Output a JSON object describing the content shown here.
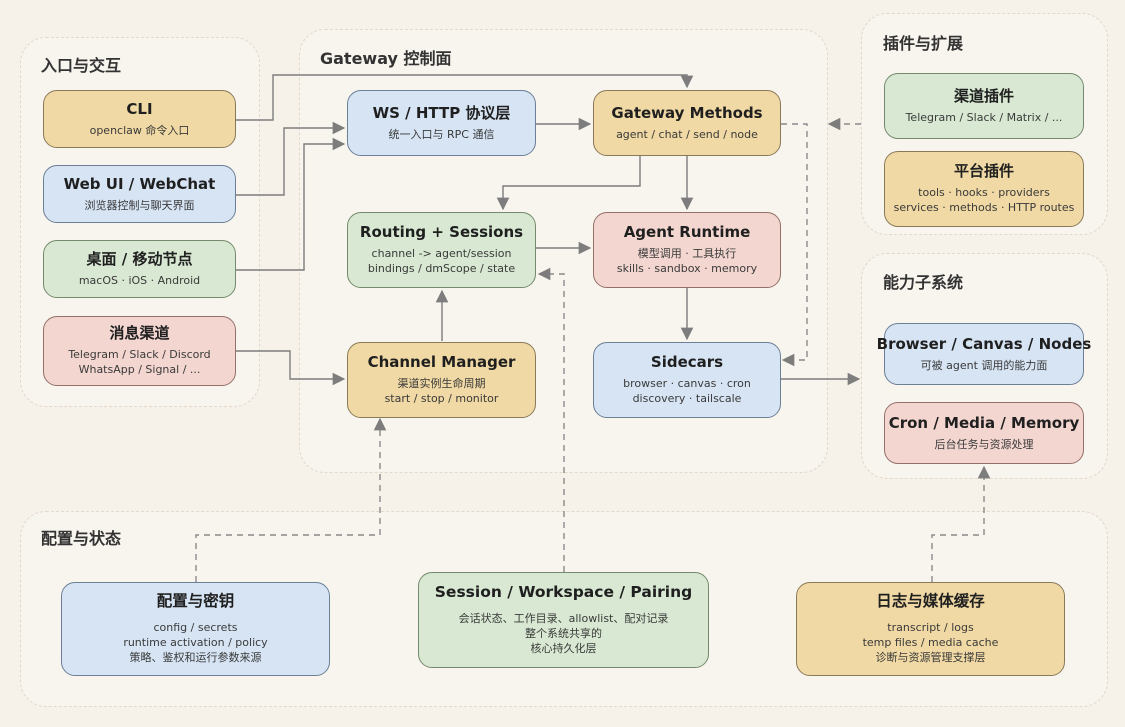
{
  "groups": {
    "entry": "入口与交互",
    "gateway": "Gateway 控制面",
    "plugins": "插件与扩展",
    "capability": "能力子系统",
    "config": "配置与状态"
  },
  "nodes": {
    "cli": {
      "title": "CLI",
      "lines": [
        "openclaw 命令入口"
      ]
    },
    "webui": {
      "title": "Web UI / WebChat",
      "lines": [
        "浏览器控制与聊天界面"
      ]
    },
    "desktop": {
      "title": "桌面 / 移动节点",
      "lines": [
        "macOS · iOS · Android"
      ]
    },
    "messaging": {
      "title": "消息渠道",
      "lines": [
        "Telegram / Slack / Discord",
        "WhatsApp / Signal / ..."
      ]
    },
    "ws": {
      "title": "WS / HTTP 协议层",
      "lines": [
        "统一入口与 RPC 通信"
      ]
    },
    "methods": {
      "title": "Gateway Methods",
      "lines": [
        "agent / chat / send / node"
      ]
    },
    "routing": {
      "title": "Routing + Sessions",
      "lines": [
        "channel -> agent/session",
        "bindings / dmScope / state"
      ]
    },
    "runtime": {
      "title": "Agent Runtime",
      "lines": [
        "模型调用 · 工具执行",
        "skills · sandbox · memory"
      ]
    },
    "channel": {
      "title": "Channel Manager",
      "lines": [
        "渠道实例生命周期",
        "start / stop / monitor"
      ]
    },
    "sidecars": {
      "title": "Sidecars",
      "lines": [
        "browser · canvas · cron",
        "discovery · tailscale"
      ]
    },
    "channel_plugins": {
      "title": "渠道插件",
      "lines": [
        "Telegram / Slack / Matrix / ..."
      ]
    },
    "platform_plugins": {
      "title": "平台插件",
      "lines": [
        "tools · hooks · providers",
        "services · methods · HTTP routes"
      ]
    },
    "browser": {
      "title": "Browser / Canvas / Nodes",
      "lines": [
        "可被 agent 调用的能力面"
      ]
    },
    "cron": {
      "title": "Cron / Media / Memory",
      "lines": [
        "后台任务与资源处理"
      ]
    },
    "config": {
      "title": "配置与密钥",
      "lines": [
        "config / secrets",
        "runtime activation / policy",
        "策略、鉴权和运行参数来源"
      ]
    },
    "session": {
      "title": "Session / Workspace / Pairing",
      "lines": [
        "会话状态、工作目录、allowlist、配对记录",
        "整个系统共享的",
        "核心持久化层"
      ]
    },
    "logs": {
      "title": "日志与媒体缓存",
      "lines": [
        "transcript / logs",
        "temp files / media cache",
        "诊断与资源管理支撑层"
      ]
    }
  },
  "colors": {
    "yellow": "#f0d9a4",
    "blue": "#d6e4f4",
    "green": "#d8e8d2",
    "red": "#f3d6d0",
    "arrow": "#7d7d7d"
  }
}
